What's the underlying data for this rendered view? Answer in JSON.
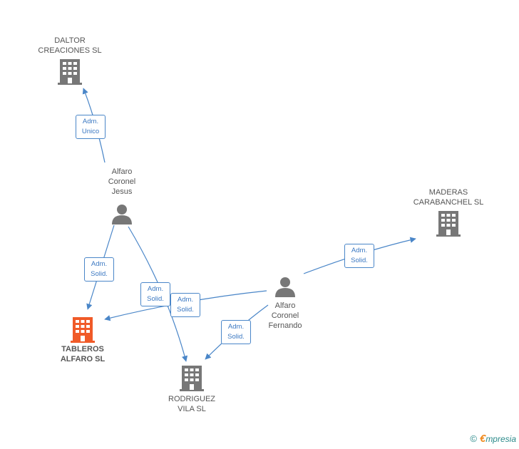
{
  "colors": {
    "edge": "#4a86c8",
    "company": "#777777",
    "company_highlight": "#f05a28",
    "person": "#777777"
  },
  "nodes": {
    "daltor": {
      "label": "DALTOR\nCREACIONES SL",
      "icon": "building-icon"
    },
    "maderas": {
      "label": "MADERAS\nCARABANCHEL SL",
      "icon": "building-icon"
    },
    "tableros": {
      "label": "TABLEROS\nALFARO SL",
      "icon": "building-icon"
    },
    "rodriguez": {
      "label": "RODRIGUEZ\nVILA SL",
      "icon": "building-icon"
    },
    "jesus": {
      "label": "Alfaro\nCoronel\nJesus",
      "icon": "person-icon"
    },
    "fernando": {
      "label": "Alfaro\nCoronel\nFernando",
      "icon": "person-icon"
    }
  },
  "relations": [
    {
      "from": "jesus",
      "to": "daltor",
      "label": "Adm.\nUnico"
    },
    {
      "from": "jesus",
      "to": "tableros",
      "label": "Adm.\nSolid."
    },
    {
      "from": "jesus",
      "to": "rodriguez",
      "label": "Adm.\nSolid."
    },
    {
      "from": "fernando",
      "to": "tableros",
      "label": "Adm.\nSolid."
    },
    {
      "from": "fernando",
      "to": "rodriguez",
      "label": "Adm.\nSolid."
    },
    {
      "from": "fernando",
      "to": "maderas",
      "label": "Adm.\nSolid."
    }
  ],
  "footer": {
    "copyright": "©",
    "brand_initial": "€",
    "brand_rest": "mpresia"
  }
}
